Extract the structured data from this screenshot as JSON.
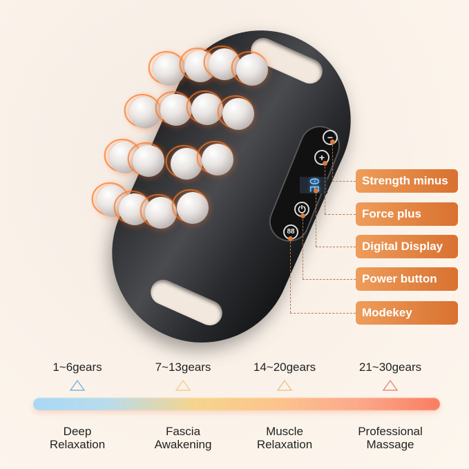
{
  "labels": [
    {
      "text": "Strength minus"
    },
    {
      "text": "Force plus"
    },
    {
      "text": "Digital Display"
    },
    {
      "text": "Power button"
    },
    {
      "text": "Modekey"
    }
  ],
  "display_value": "0E",
  "icons": [
    "minus-icon",
    "plus-icon",
    "digital-display",
    "power-icon",
    "mode-icon"
  ],
  "levels": [
    {
      "gears": "1~6gears",
      "mode_line1": "Deep",
      "mode_line2": "Relaxation",
      "color": "#7fb4d8"
    },
    {
      "gears": "7~13gears",
      "mode_line1": "Fascia",
      "mode_line2": "Awakening",
      "color": "#f0cf92"
    },
    {
      "gears": "14~20gears",
      "mode_line1": "Muscle",
      "mode_line2": "Relaxation",
      "color": "#e9c29a"
    },
    {
      "gears": "21~30gears",
      "mode_line1": "Professional",
      "mode_line2": "Massage",
      "color": "#d9927e"
    }
  ],
  "colors": {
    "label_bg": "#e4843f",
    "background": "#fbf3ea",
    "bar_start": "#a9d8f6",
    "bar_end": "#f97d62"
  }
}
